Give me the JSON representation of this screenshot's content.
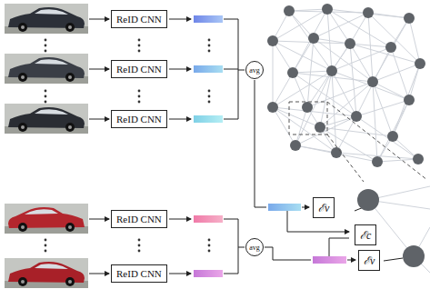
{
  "diagram": {
    "nodes": [
      {
        "text": [
          "ReID CNN"
        ]
      },
      {
        "text": [
          "ReID CNN"
        ]
      },
      {
        "text": [
          "ReID CNN"
        ]
      },
      {
        "text": [
          "avg"
        ]
      },
      {
        "text": [
          "ReID CNN"
        ]
      },
      {
        "text": [
          "ReID CNN"
        ]
      },
      {
        "text": [
          "avg"
        ]
      },
      {
        "text": [
          "ℰv"
        ]
      },
      {
        "text": [
          "ℰc"
        ]
      },
      {
        "text": [
          "ℰv"
        ]
      }
    ]
  }
}
